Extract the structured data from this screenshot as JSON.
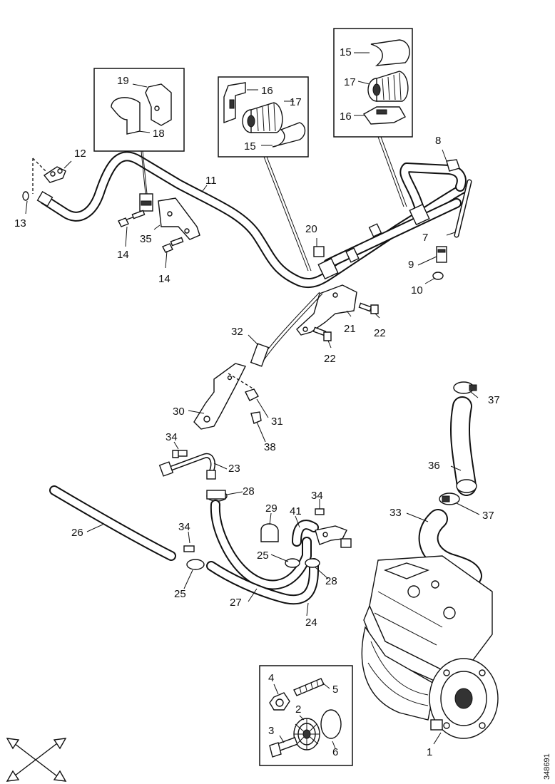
{
  "drawing_number": "348691",
  "callouts": {
    "c1": "1",
    "c2": "2",
    "c3": "3",
    "c4": "4",
    "c5": "5",
    "c6": "6",
    "c7": "7",
    "c8": "8",
    "c9": "9",
    "c10": "10",
    "c11": "11",
    "c12": "12",
    "c13": "13",
    "c14a": "14",
    "c14b": "14",
    "c15a": "15",
    "c15b": "15",
    "c16a": "16",
    "c16b": "16",
    "c17a": "17",
    "c17b": "17",
    "c18": "18",
    "c19": "19",
    "c20": "20",
    "c21": "21",
    "c22a": "22",
    "c22b": "22",
    "c23": "23",
    "c24": "24",
    "c25a": "25",
    "c25b": "25",
    "c26": "26",
    "c27": "27",
    "c28a": "28",
    "c28b": "28",
    "c29": "29",
    "c30": "30",
    "c31": "31",
    "c32": "32",
    "c33": "33",
    "c34a": "34",
    "c34b": "34",
    "c34c": "34",
    "c35": "35",
    "c36": "36",
    "c37a": "37",
    "c37b": "37",
    "c38": "38",
    "c41": "41"
  },
  "icons": {
    "orientation": "cross-arrows-icon"
  }
}
